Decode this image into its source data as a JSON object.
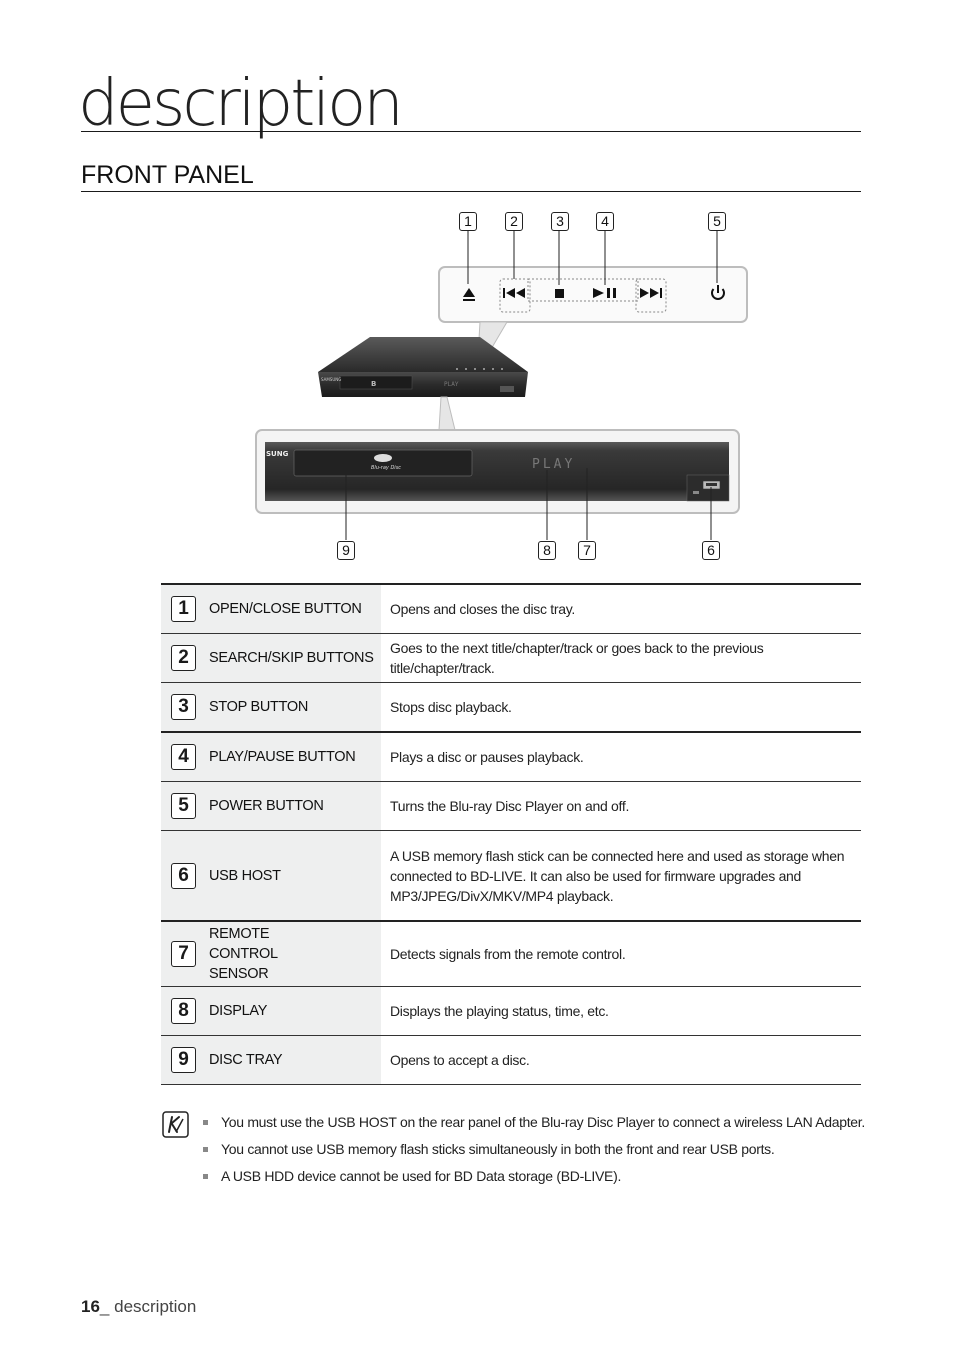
{
  "chapter_title": "description",
  "section_title": "FRONT PANEL",
  "diagram": {
    "callouts_top": [
      "1",
      "2",
      "3",
      "4",
      "5"
    ],
    "callouts_bottom": [
      "9",
      "8",
      "7",
      "6"
    ],
    "brand_text": "SUNG",
    "display_text": "PLAY",
    "icons": [
      "eject-icon",
      "skip-back-icon",
      "stop-icon",
      "play-pause-icon",
      "skip-forward-icon",
      "power-icon",
      "bluray-logo-icon",
      "usb-port-icon"
    ]
  },
  "table": {
    "rows": [
      {
        "num": "1",
        "name": "OPEN/CLOSE BUTTON",
        "desc": "Opens and closes the disc tray."
      },
      {
        "num": "2",
        "name": "SEARCH/SKIP BUTTONS",
        "desc": "Goes to the next title/chapter/track or goes back to the previous title/chapter/track."
      },
      {
        "num": "3",
        "name": "STOP BUTTON",
        "desc": "Stops disc playback."
      },
      {
        "num": "4",
        "name": "PLAY/PAUSE BUTTON",
        "desc": "Plays a disc or pauses playback."
      },
      {
        "num": "5",
        "name": "POWER BUTTON",
        "desc": "Turns the Blu-ray Disc Player on and off."
      },
      {
        "num": "6",
        "name": "USB HOST",
        "desc": "A USB memory flash stick can be connected here and used as storage when connected to BD-LIVE. It can also be used for firmware upgrades and MP3/JPEG/DivX/MKV/MP4 playback."
      },
      {
        "num": "7",
        "name": "REMOTE CONTROL SENSOR",
        "desc": "Detects signals from the remote control."
      },
      {
        "num": "8",
        "name": "DISPLAY",
        "desc": "Displays the playing status, time, etc."
      },
      {
        "num": "9",
        "name": "DISC TRAY",
        "desc": "Opens to accept a disc."
      }
    ]
  },
  "notes": [
    "You must use the USB HOST on the rear panel of the Blu-ray Disc Player to connect a wireless LAN Adapter.",
    "You cannot use USB memory flash sticks simultaneously in both the front and rear USB ports.",
    "A USB HDD device cannot be used for BD Data storage (BD-LIVE)."
  ],
  "footer": {
    "page_number": "16",
    "separator": "_ ",
    "section": "description"
  }
}
